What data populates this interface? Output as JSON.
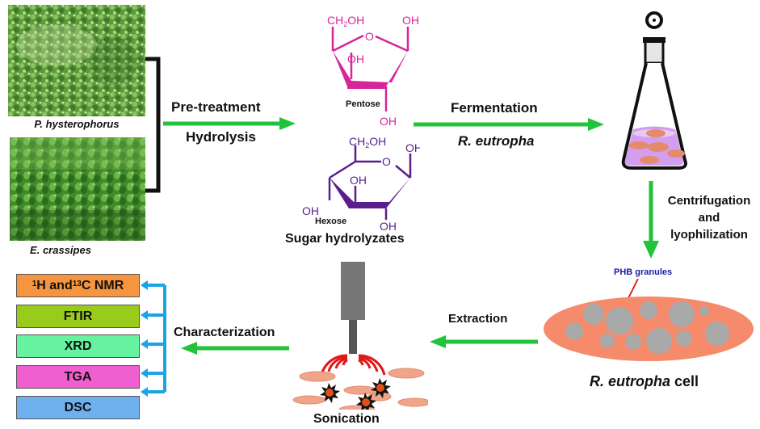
{
  "title": "PHB production workflow from weed biomass",
  "feedstocks": [
    {
      "name": "P. hysterophorus",
      "image": "weed-field-photo"
    },
    {
      "name": "E. crassipes",
      "image": "water-hyacinth-field-photo"
    }
  ],
  "steps": {
    "pretreatment": {
      "line1": "Pre-treatment",
      "line2": "Hydrolysis"
    },
    "fermentation": {
      "line1": "Fermentation",
      "line2": "R. eutropha"
    },
    "centrifugation": {
      "line1": "Centrifugation",
      "line2": "and",
      "line3": "lyophilization"
    },
    "extraction": {
      "label": "Extraction"
    },
    "characterization": {
      "label": "Characterization"
    }
  },
  "sugars": {
    "pentose": {
      "name": "Pentose",
      "ch2oh": "CH",
      "sub": "2",
      "oh_suffix": "OH",
      "oh": "OH",
      "ring_o": "O",
      "color": "#d6259a"
    },
    "hexose": {
      "name": "Hexose",
      "ch2oh": "CH",
      "sub": "2",
      "oh_suffix": "OH",
      "oh": "OH",
      "ring_o": "O",
      "color": "#5a1e8c"
    },
    "caption": "Sugar hydrolyzates"
  },
  "cell": {
    "granules_label": "PHB granules",
    "caption_italic": "R. eutropha",
    "caption_rest": " cell",
    "cell_color": "#f58b6b",
    "granule_color": "#a9a9a9"
  },
  "sonication": {
    "label": "Sonication"
  },
  "characterization_methods": [
    {
      "sup1": "1",
      "a": "H and ",
      "sup2": "13",
      "b": "C NMR",
      "color": "#f5953f"
    },
    {
      "label": "FTIR",
      "color": "#99cc1a"
    },
    {
      "label": "XRD",
      "color": "#66f2a0"
    },
    {
      "label": "TGA",
      "color": "#ef5fcf"
    },
    {
      "label": "DSC",
      "color": "#6fb0ef"
    }
  ],
  "colors": {
    "arrow_green": "#22c23a",
    "bracket_blue": "#1ba3e6",
    "flask_liquid": "#d49ef0"
  }
}
